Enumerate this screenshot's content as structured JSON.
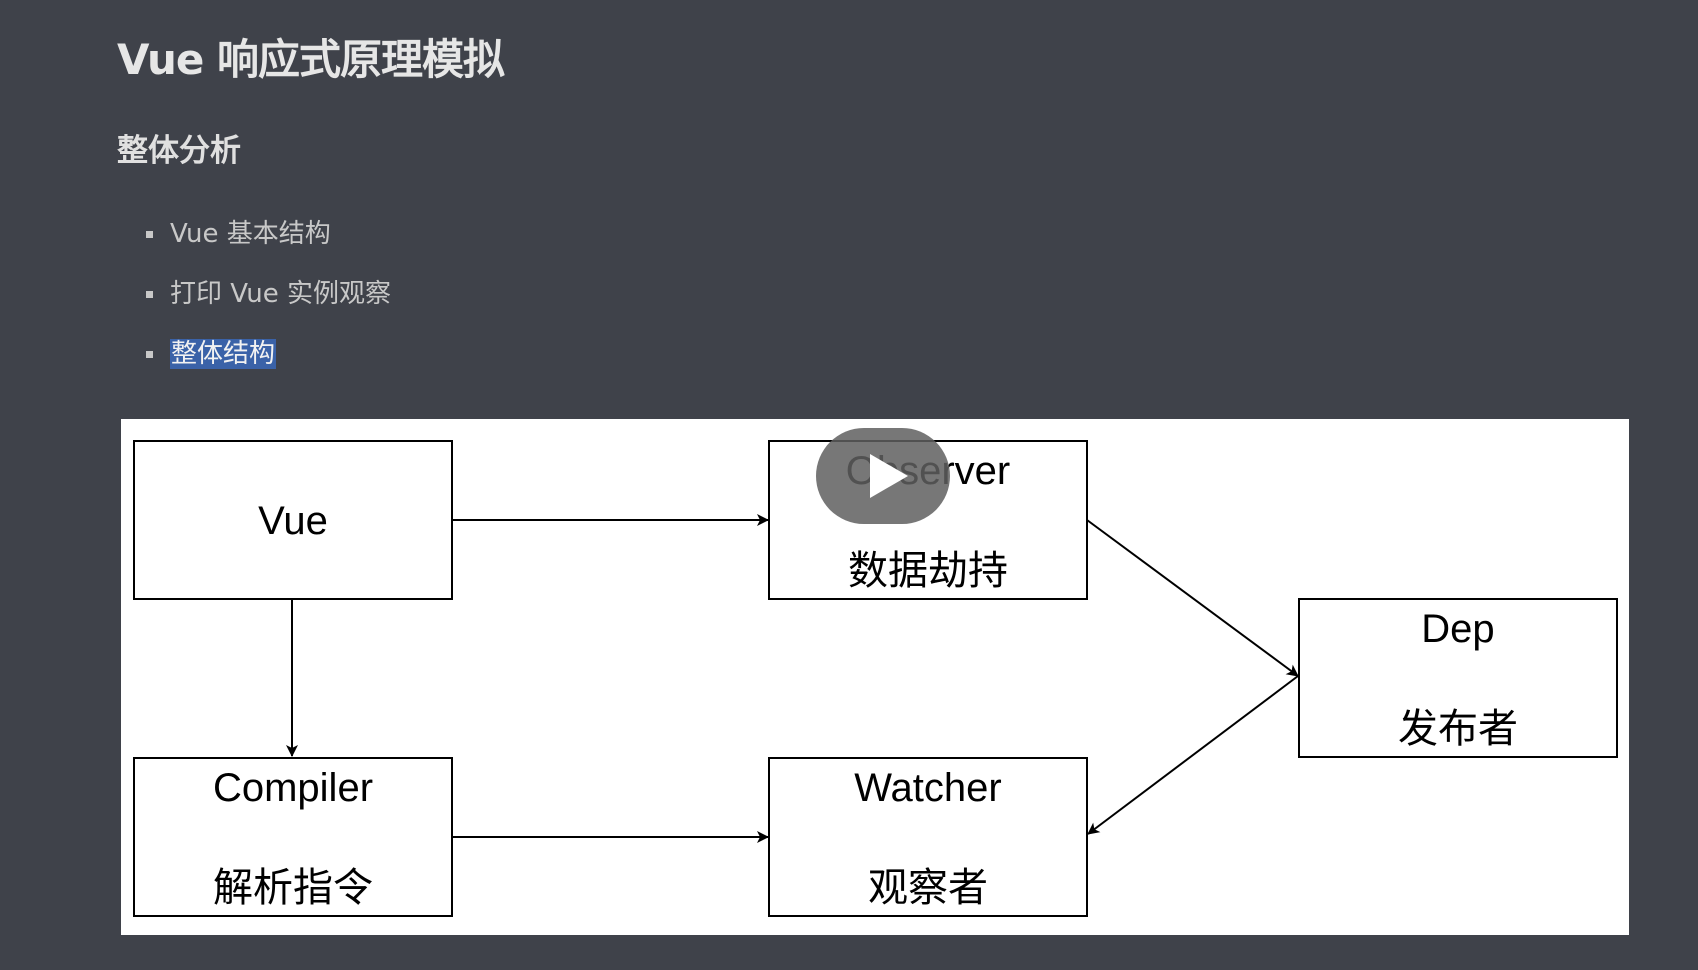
{
  "page": {
    "title": "Vue 响应式原理模拟",
    "section_heading": "整体分析"
  },
  "bullets": [
    {
      "label": "Vue 基本结构",
      "selected": false
    },
    {
      "label": "打印 Vue 实例观察",
      "selected": false
    },
    {
      "label": "整体结构",
      "selected": true
    }
  ],
  "diagram": {
    "nodes": {
      "vue": {
        "line1": "Vue",
        "line2": ""
      },
      "observer": {
        "line1": "Observer",
        "line2": "数据劫持"
      },
      "dep": {
        "line1": "Dep",
        "line2": "发布者"
      },
      "compiler": {
        "line1": "Compiler",
        "line2": "解析指令"
      },
      "watcher": {
        "line1": "Watcher",
        "line2": "观察者"
      }
    },
    "edges": [
      {
        "from": "vue",
        "to": "observer"
      },
      {
        "from": "vue",
        "to": "compiler"
      },
      {
        "from": "observer",
        "to": "dep"
      },
      {
        "from": "dep",
        "to": "watcher"
      },
      {
        "from": "compiler",
        "to": "watcher"
      }
    ]
  },
  "video": {
    "overlay_icon": "play-icon"
  },
  "colors": {
    "background": "#3f424a",
    "selection_highlight": "#3a62a8",
    "diagram_background": "#ffffff"
  }
}
